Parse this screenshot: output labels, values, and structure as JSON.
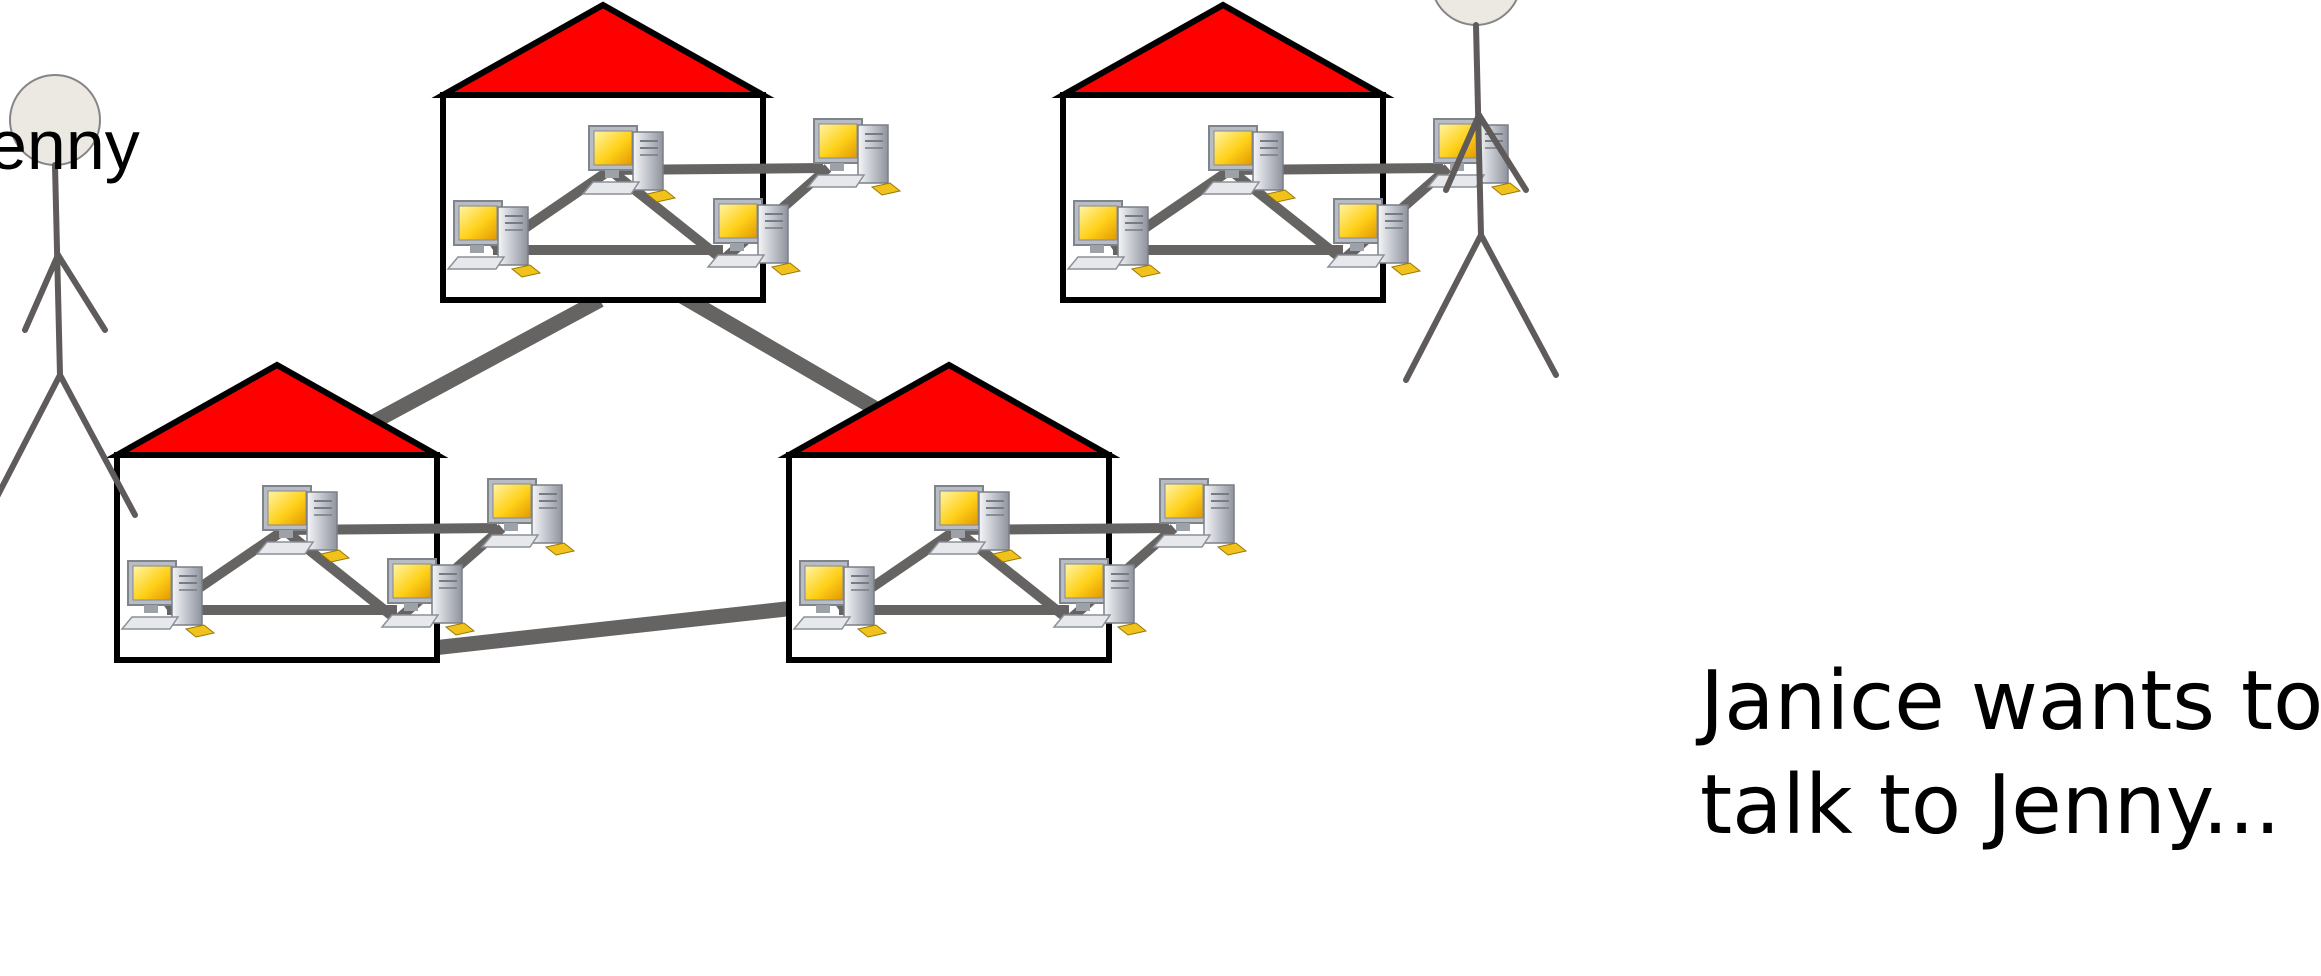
{
  "figure": {
    "person_left_name": "enny",
    "caption_line_1": "Janice wants to",
    "caption_line_2": "talk to Jenny..."
  },
  "colors": {
    "roof": "#ff0000",
    "link": "#666363",
    "outline": "#000000",
    "head_fill": "#ece8e2",
    "stick": "#5f5b5b",
    "screen": "#ffd11a",
    "case": "#c6c9d0"
  },
  "icons": {
    "house": "house-icon",
    "computer": "desktop-computer-icon",
    "person": "stick-figure-icon"
  }
}
